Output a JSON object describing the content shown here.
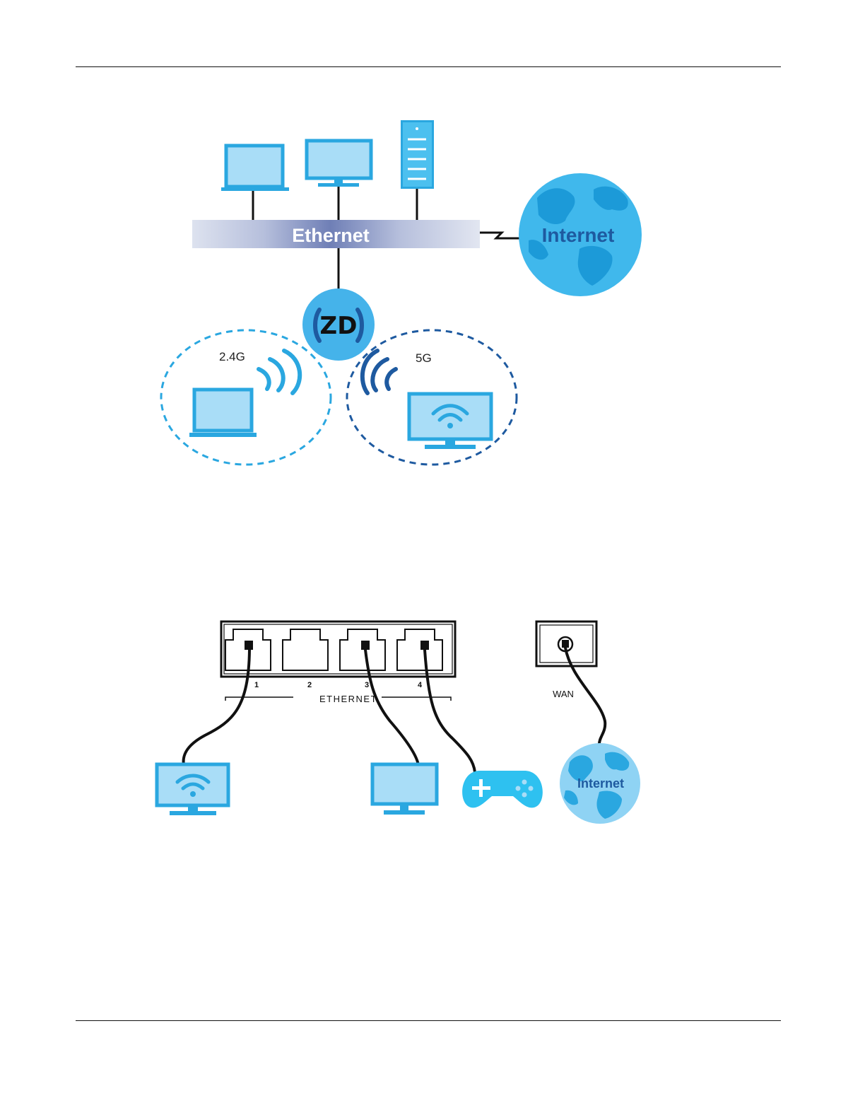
{
  "figure1": {
    "ethernet_label": "Ethernet",
    "internet_label": "Internet",
    "device_label": "ZD",
    "band_24_label": "2.4G",
    "band_5_label": "5G"
  },
  "figure2": {
    "ports": [
      "1",
      "2",
      "3",
      "4"
    ],
    "ethernet_label": "ETHERNET",
    "wan_label": "WAN",
    "internet_label": "Internet"
  },
  "colors": {
    "icon_fill": "#a9ddf7",
    "icon_stroke": "#2aa7e0",
    "globe": "#40b8ec",
    "globe_land": "#1c9ad8",
    "dark_blue": "#1e5aa0",
    "zd_circle": "#45b3ea"
  }
}
